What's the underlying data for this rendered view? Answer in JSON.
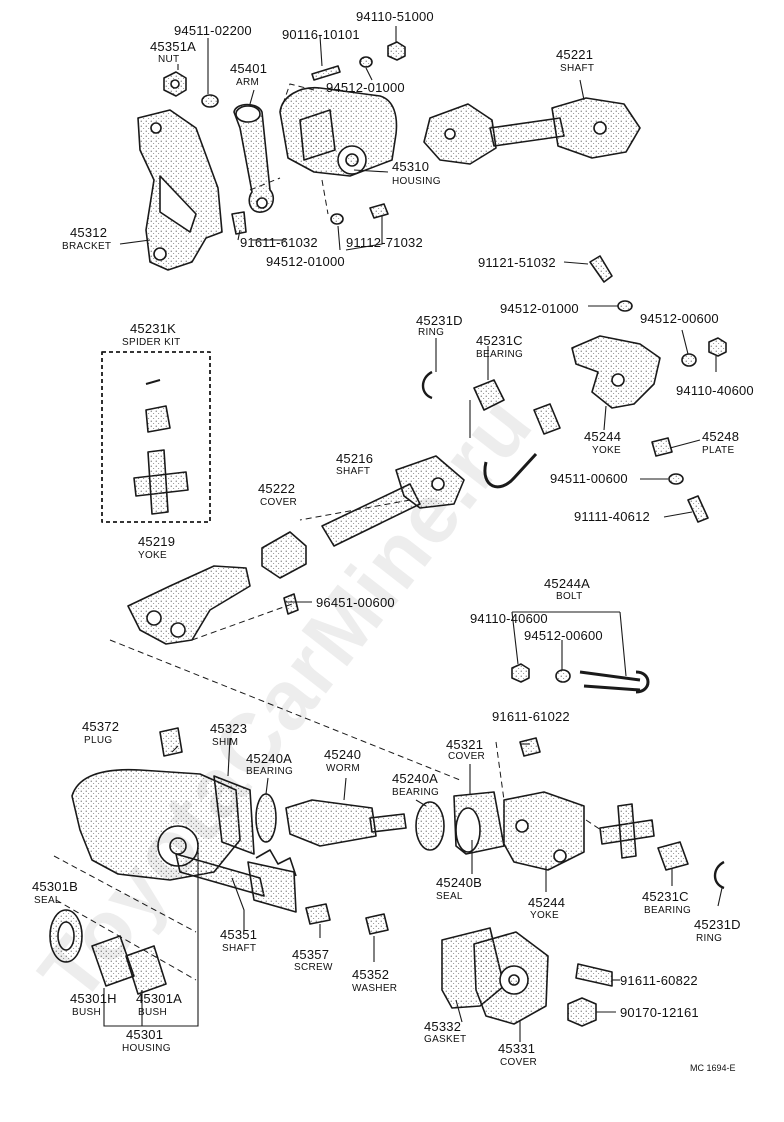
{
  "parts": {
    "p94511_02200": "94511-02200",
    "p90116_10101": "90116-10101",
    "p94110_51000": "94110-51000",
    "p45351A": {
      "num": "45351A",
      "name": "NUT"
    },
    "p45401": {
      "num": "45401",
      "name": "ARM"
    },
    "p94512_01000_a": "94512-01000",
    "p45221": {
      "num": "45221",
      "name": "SHAFT"
    },
    "p45310": {
      "num": "45310",
      "name": "HOUSING"
    },
    "p45312": {
      "num": "45312",
      "name": "BRACKET"
    },
    "p91611_61032": "91611-61032",
    "p91112_71032": "91112-71032",
    "p94512_01000_b": "94512-01000",
    "p91121_51032": "91121-51032",
    "p94512_01000_c": "94512-01000",
    "p94512_00600_a": "94512-00600",
    "p94110_40600_a": "94110-40600",
    "p45231D_a": {
      "num": "45231D",
      "name": "RING"
    },
    "p45231C_a": {
      "num": "45231C",
      "name": "BEARING"
    },
    "p45231K": {
      "num": "45231K",
      "name": "SPIDER KIT"
    },
    "p45244_a": {
      "num": "45244",
      "name": "YOKE"
    },
    "p45248": {
      "num": "45248",
      "name": "PLATE"
    },
    "p45216": {
      "num": "45216",
      "name": "SHAFT"
    },
    "p45222": {
      "num": "45222",
      "name": "COVER"
    },
    "p94511_00600": "94511-00600",
    "p91111_40612": "91111-40612",
    "p45219": {
      "num": "45219",
      "name": "YOKE"
    },
    "p45244A": {
      "num": "45244A",
      "name": "BOLT"
    },
    "p96451_00600": "96451-00600",
    "p94110_40600_b": "94110-40600",
    "p94512_00600_b": "94512-00600",
    "p45372": {
      "num": "45372",
      "name": "PLUG"
    },
    "p91611_61022": "91611-61022",
    "p45323": {
      "num": "45323",
      "name": "SHIM"
    },
    "p45240A_a": {
      "num": "45240A",
      "name": "BEARING"
    },
    "p45240": {
      "num": "45240",
      "name": "WORM"
    },
    "p45321": {
      "num": "45321",
      "name": "COVER"
    },
    "p45240A_b": {
      "num": "45240A",
      "name": "BEARING"
    },
    "p45240B": {
      "num": "45240B",
      "name": "SEAL"
    },
    "p45244_b": {
      "num": "45244",
      "name": "YOKE"
    },
    "p45231C_b": {
      "num": "45231C",
      "name": "BEARING"
    },
    "p45231D_b": {
      "num": "45231D",
      "name": "RING"
    },
    "p45301B": {
      "num": "45301B",
      "name": "SEAL"
    },
    "p45351": {
      "num": "45351",
      "name": "SHAFT"
    },
    "p45357": {
      "num": "45357",
      "name": "SCREW"
    },
    "p45352": {
      "num": "45352",
      "name": "WASHER"
    },
    "p45301H": {
      "num": "45301H",
      "name": "BUSH"
    },
    "p45301A": {
      "num": "45301A",
      "name": "BUSH"
    },
    "p45301": {
      "num": "45301",
      "name": "HOUSING"
    },
    "p45332": {
      "num": "45332",
      "name": "GASKET"
    },
    "p45331": {
      "num": "45331",
      "name": "COVER"
    },
    "p91611_60822": "91611-60822",
    "p90170_12161": "90170-12161"
  },
  "diagram_ref": "MC 1694-E",
  "watermark": "ToyotaCarMine.ru",
  "colors": {
    "ink": "#1a1a1a",
    "paper": "#ffffff",
    "watermark": "#000000"
  }
}
